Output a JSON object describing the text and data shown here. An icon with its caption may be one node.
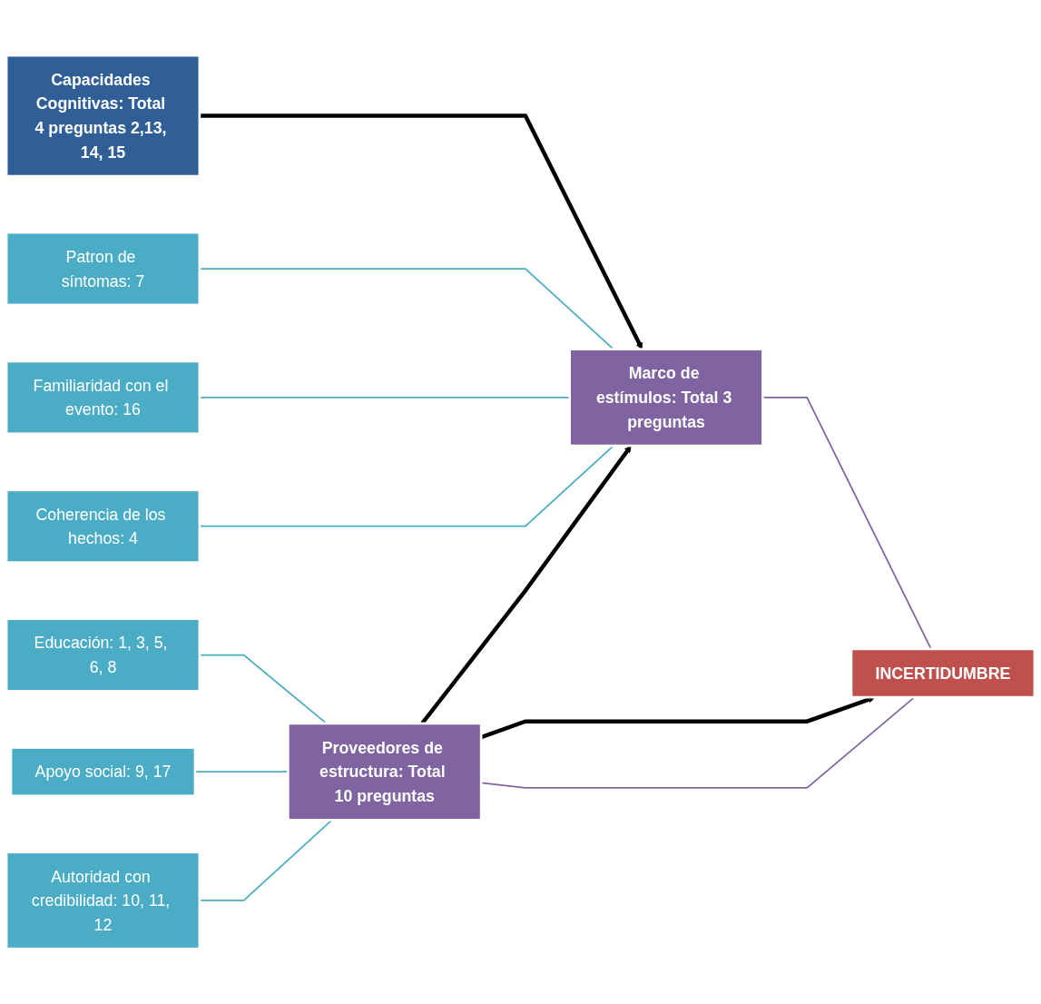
{
  "diagram": {
    "nodes": [
      {
        "text": [
          "Capacidades Cognitivas: Total 4 preguntas 2,13, 14, 15"
        ]
      },
      {
        "text": [
          "Patron de síntomas: 7"
        ]
      },
      {
        "text": [
          "Familiaridad con el evento: 16"
        ]
      },
      {
        "text": [
          "Coherencia de los hechos: 4"
        ]
      },
      {
        "text": [
          "Marco de estímulos: Total 3 preguntas"
        ]
      },
      {
        "text": [
          "Educación: 1, 3, 5, 6, 8"
        ]
      },
      {
        "text": [
          "Apoyo social: 9, 17"
        ]
      },
      {
        "text": [
          "Autoridad con credibilidad: 10, 11, 12"
        ]
      },
      {
        "text": [
          "Proveedores de estructura: Total 10 preguntas"
        ]
      },
      {
        "text": [
          "INCERTIDUMBRE"
        ]
      }
    ],
    "edges": [
      {
        "from": 0,
        "to": 4,
        "arrow": "to",
        "style": "thick",
        "color": "#000000"
      },
      {
        "from": 1,
        "to": 4,
        "arrow": "none"
      },
      {
        "from": 2,
        "to": 4,
        "arrow": "none"
      },
      {
        "from": 3,
        "to": 4,
        "arrow": "none"
      },
      {
        "from": 8,
        "to": 4,
        "arrow": "to",
        "style": "thick",
        "color": "#000000"
      },
      {
        "from": 4,
        "to": 9,
        "arrow": "none",
        "color": "#8064a2"
      },
      {
        "from": 5,
        "to": 8,
        "arrow": "none"
      },
      {
        "from": 6,
        "to": 8,
        "arrow": "none"
      },
      {
        "from": 7,
        "to": 8,
        "arrow": "none"
      },
      {
        "from": 8,
        "to": 9,
        "arrow": "to",
        "style": "thick",
        "color": "#000000"
      },
      {
        "from": 8,
        "to": 9,
        "arrow": "none",
        "color": "#8064a2"
      }
    ]
  }
}
